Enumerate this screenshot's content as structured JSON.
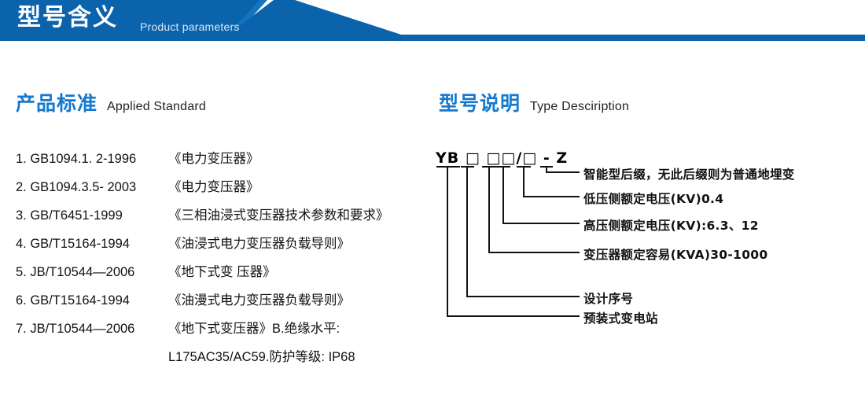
{
  "banner": {
    "title": "型号含义",
    "subtitle": "Product parameters",
    "color_dark": "#0b63ac",
    "color_mid": "#1275bf",
    "color_bar": "#0b63ac"
  },
  "sections": {
    "standard": {
      "cn": "产品标准",
      "en": "Applied Standard",
      "accent": "#1479cf"
    },
    "type": {
      "cn": "型号说明",
      "en": "Type Desciription",
      "accent": "#1479cf"
    }
  },
  "standards": [
    {
      "code": "1. GB1094.1. 2-1996",
      "name": "《电力变压器》"
    },
    {
      "code": "2. GB1094.3.5- 2003",
      "name": "《电力变压器》"
    },
    {
      "code": "3. GB/T6451-1999",
      "name": "《三相油浸式变压器技术参数和要求》"
    },
    {
      "code": "4. GB/T15164-1994",
      "name": "《油浸式电力变压器负载导则》"
    },
    {
      "code": "5. JB/T10544—2006",
      "name": "《地下式变 压器》"
    },
    {
      "code": "6. GB/T15164-1994",
      "name": "《油漫式电力变压器负载导则》"
    },
    {
      "code": "7. JB/T10544—2006",
      "name": "《地下式变压器》B.绝缘水平:"
    },
    {
      "code": "",
      "name": "L175AC35/AC59.防护等级: IP68",
      "continuation": true
    }
  ],
  "diagram": {
    "model_code": "YB □  □□/□ - Z",
    "labels": [
      {
        "id": "smart-suffix",
        "text": "智能型后缀，无此后缀则为普通地埋变"
      },
      {
        "id": "lv-rated-voltage",
        "text": "低压侧额定电压(KV)0.4"
      },
      {
        "id": "hv-rated-voltage",
        "text": "高压侧额定电压(KV):6.3、12"
      },
      {
        "id": "rated-capacity",
        "text": "变压器额定容易(KVA)30-1000"
      },
      {
        "id": "design-serial",
        "text": "设计序号"
      },
      {
        "id": "prefab-substation",
        "text": "预装式变电站"
      }
    ]
  }
}
